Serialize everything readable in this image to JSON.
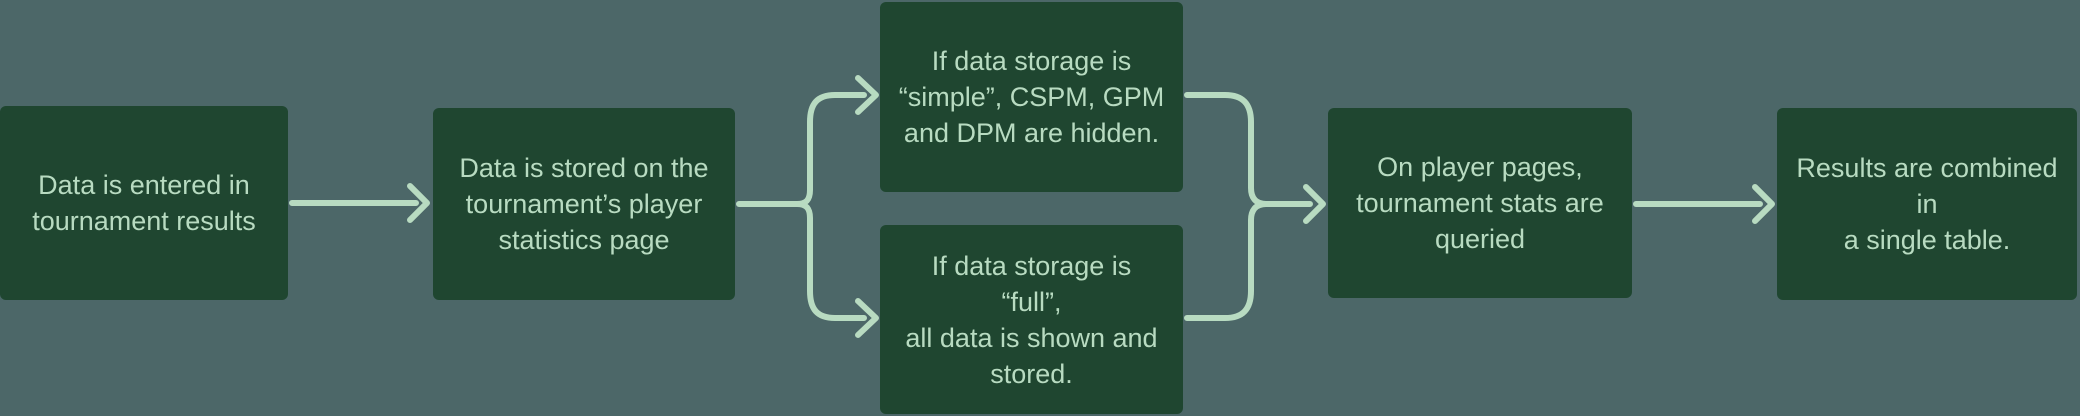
{
  "diagram": {
    "type": "flowchart",
    "theme": {
      "background": "#4C6768",
      "node_fill": "#1F4630",
      "accent": "#B8DBC1"
    },
    "nodes": [
      {
        "id": "n1",
        "label": "Data is entered in\ntournament results"
      },
      {
        "id": "n2",
        "label": "Data is stored on the\ntournament’s player\nstatistics page"
      },
      {
        "id": "n3",
        "label": "If data storage is\n“simple”, CSPM, GPM\nand DPM are hidden."
      },
      {
        "id": "n4",
        "label": "If data storage is “full”,\nall data is shown and\nstored."
      },
      {
        "id": "n5",
        "label": "On player pages,\ntournament stats are\nqueried"
      },
      {
        "id": "n6",
        "label": "Results are combined in\na single table."
      }
    ],
    "edges": [
      {
        "from": "n1",
        "to": "n2"
      },
      {
        "from": "n2",
        "to": "n3"
      },
      {
        "from": "n2",
        "to": "n4"
      },
      {
        "from": "n3",
        "to": "n5"
      },
      {
        "from": "n4",
        "to": "n5"
      },
      {
        "from": "n5",
        "to": "n6"
      }
    ]
  }
}
